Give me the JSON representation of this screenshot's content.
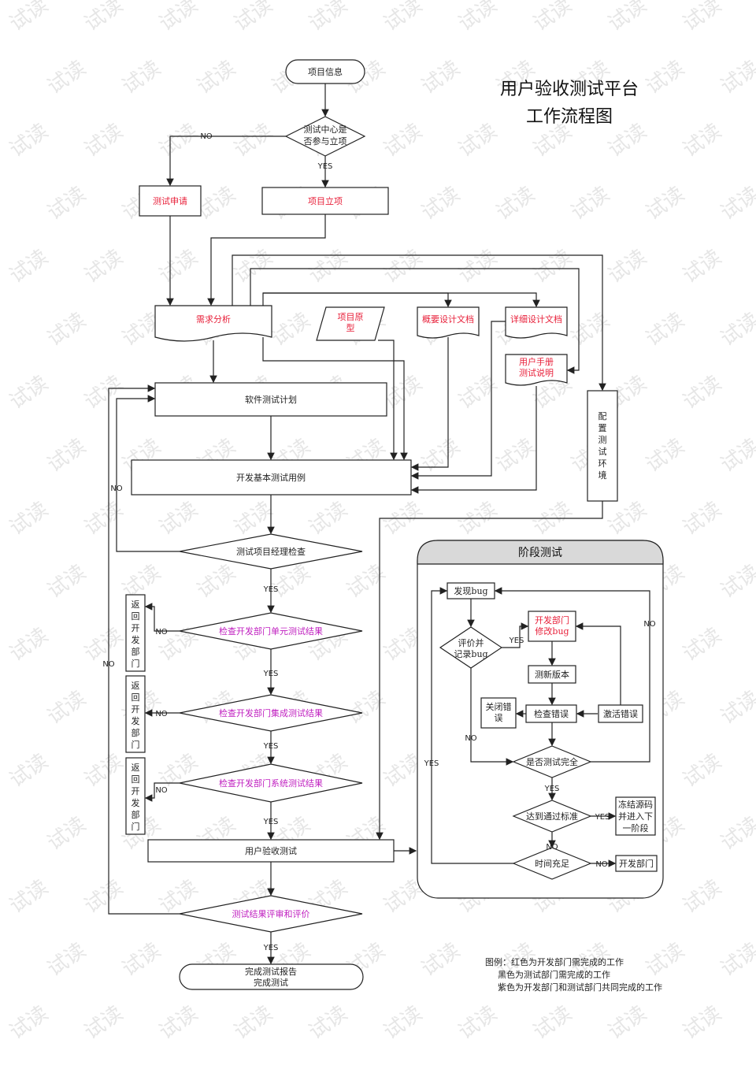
{
  "title": {
    "line1": "用户验收测试平台",
    "line2": "工作流程图"
  },
  "watermark_text": "试读",
  "colors": {
    "red": "#e8203a",
    "purple": "#c020c0",
    "black": "#222222"
  },
  "nodes": {
    "project_info": "项目信息",
    "decision_center": [
      "测试中心是",
      "否参与立项"
    ],
    "test_apply": "测试申请",
    "project_setup": "项目立项",
    "req_analysis": "需求分析",
    "prototype": [
      "项目原",
      "型"
    ],
    "outline_doc": "概要设计文档",
    "detail_doc": "详细设计文档",
    "user_manual": [
      "用户手册",
      "测试说明"
    ],
    "config_env": [
      "配",
      "置",
      "测",
      "试",
      "环",
      "境"
    ],
    "test_plan": "软件测试计划",
    "dev_cases": "开发基本测试用例",
    "mgr_check": "测试项目经理检查",
    "return_dev1": [
      "返",
      "回",
      "开",
      "发",
      "部",
      "门"
    ],
    "return_dev2": [
      "返",
      "回",
      "开",
      "发",
      "部",
      "门"
    ],
    "return_dev3": [
      "返",
      "回",
      "开",
      "发",
      "部",
      "门"
    ],
    "check_unit": "检查开发部门单元测试结果",
    "check_integ": "检查开发部门集成测试结果",
    "check_system": "检查开发部门系统测试结果",
    "uat": "用户验收测试",
    "review": "测试结果评审和评价",
    "done": [
      "完成测试报告",
      "完成测试"
    ]
  },
  "edges": {
    "no_center": "NO",
    "yes_center": "YES",
    "no_mgr": "NO",
    "yes_mgr": "YES",
    "no_unit": "NO",
    "yes_unit": "YES",
    "no_integ": "NO",
    "yes_integ": "YES",
    "no_system": "NO",
    "yes_system": "YES",
    "no_review": "NO",
    "yes_review": "YES"
  },
  "stage": {
    "title": "阶段测试",
    "find_bug": "发现bug",
    "eval_record": [
      "评价并",
      "记录bug"
    ],
    "dev_fix": [
      "开发部门",
      "修改bug"
    ],
    "new_version": "测新版本",
    "close_error": [
      "关闭错",
      "误"
    ],
    "check_error": "检查错误",
    "activate_error": "激活错误",
    "test_complete": "是否测试完全",
    "reach_standard": "达到通过标准",
    "freeze": [
      "冻结源码",
      "并进入下",
      "一阶段"
    ],
    "time_enough": "时间充足",
    "dev_dept": "开发部门",
    "yes_eval": "YES",
    "no_eval": "NO",
    "no_complete": "NO",
    "yes_complete": "YES",
    "yes_left": "YES",
    "yes_standard": "YES",
    "no_standard": "NO",
    "no_time": "NO"
  },
  "legend": {
    "line1": "图例：红色为开发部门需完成的工作",
    "line2": "黑色为测试部门需完成的工作",
    "line3": "紫色为开发部门和测试部门共同完成的工作"
  }
}
